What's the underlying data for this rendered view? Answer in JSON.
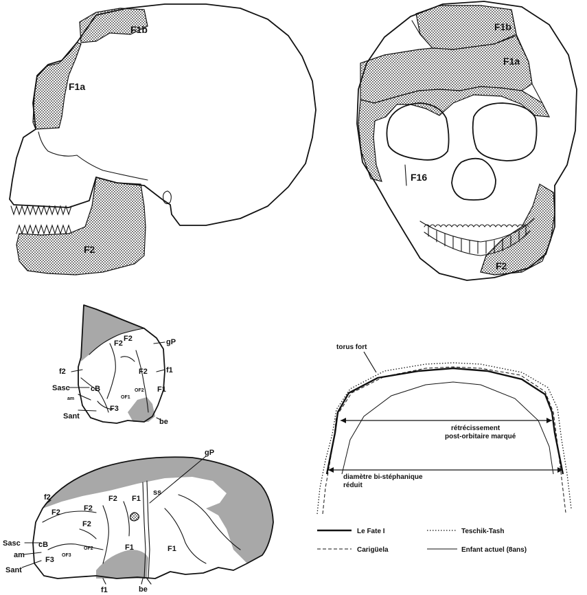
{
  "skull_lateral": {
    "labels": {
      "f1b": "F1b",
      "f1a": "F1a",
      "f2": "F2"
    }
  },
  "skull_frontal": {
    "labels": {
      "f1b": "F1b",
      "f1a": "F1a",
      "f16": "F16",
      "f2": "F2"
    }
  },
  "brain_frontal": {
    "labels": {
      "f2_top": "F2",
      "f2_mid": "F2",
      "f1": "F1",
      "f3": "F3",
      "gp": "gP",
      "f2_sulcus": "f2",
      "f1_sulcus": "f1",
      "sasc": "Sasc",
      "cb": "cB",
      "am": "am",
      "sant": "Sant",
      "of1": "OF1",
      "of2": "OF2",
      "be": "be"
    }
  },
  "brain_lateral": {
    "labels": {
      "f2_a": "F2",
      "f2_b": "F2",
      "f2_c": "F2",
      "f2_d": "F2",
      "f1_top": "F1",
      "f1_mid": "F1",
      "f1_right": "F1",
      "f3": "F3",
      "ss": "ss",
      "gp": "gP",
      "f2_sulcus": "f2",
      "f1_sulcus": "f1",
      "sasc": "Sasc",
      "cb": "cB",
      "am": "am",
      "sant": "Sant",
      "of3": "OF3",
      "of2": "OF2",
      "be": "be"
    }
  },
  "section": {
    "torus": "torus fort",
    "retrecissement_1": "rétrécissement",
    "retrecissement_2": "post-orbitaire marqué",
    "diametre_1": "diamètre bi-stéphanique",
    "diametre_2": "réduit"
  },
  "legend": {
    "items": [
      {
        "label": "Le Fate I",
        "style": "solid-thick"
      },
      {
        "label": "Teschik-Tash",
        "style": "dotted"
      },
      {
        "label": "Carigüela",
        "style": "dashed"
      },
      {
        "label": "Enfant actuel (8ans)",
        "style": "solid-thin"
      }
    ]
  },
  "colors": {
    "ink": "#111111",
    "shade": "#a8a8a8",
    "paper": "#ffffff"
  }
}
